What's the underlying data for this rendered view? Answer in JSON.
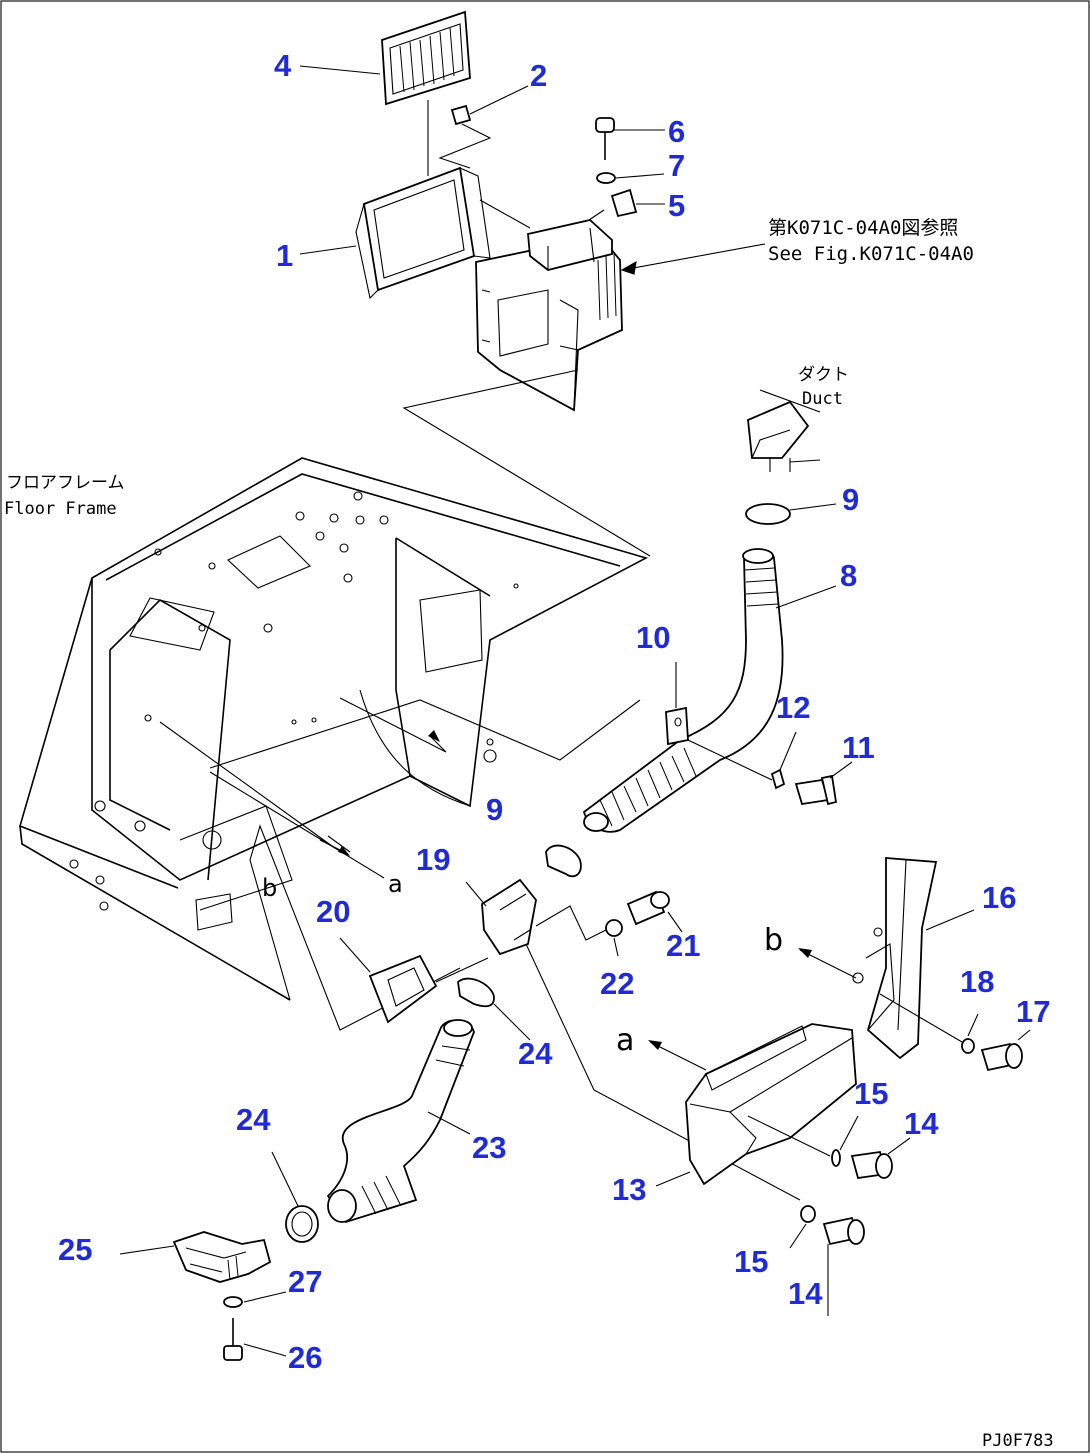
{
  "drawing_code": "PJ0F783",
  "notes": {
    "see_fig_jp": "第K071C-04A0図参照",
    "see_fig_en": "See Fig.K071C-04A0",
    "duct_jp": "ダクト",
    "duct_en": "Duct",
    "floor_frame_jp": "フロアフレーム",
    "floor_frame_en": "Floor Frame"
  },
  "arrow_letters": {
    "a": "a",
    "b": "b",
    "a_ref": "a",
    "b_ref": "b"
  },
  "callouts": {
    "c1": "1",
    "c2": "2",
    "c4": "4",
    "c5": "5",
    "c6": "6",
    "c7": "7",
    "c8": "8",
    "c9a": "9",
    "c9b": "9",
    "c10": "10",
    "c11": "11",
    "c12": "12",
    "c13": "13",
    "c14a": "14",
    "c14b": "14",
    "c15a": "15",
    "c15b": "15",
    "c16": "16",
    "c17": "17",
    "c18": "18",
    "c19": "19",
    "c20": "20",
    "c21": "21",
    "c22": "22",
    "c23": "23",
    "c24a": "24",
    "c24b": "24",
    "c25": "25",
    "c26": "26",
    "c27": "27"
  }
}
